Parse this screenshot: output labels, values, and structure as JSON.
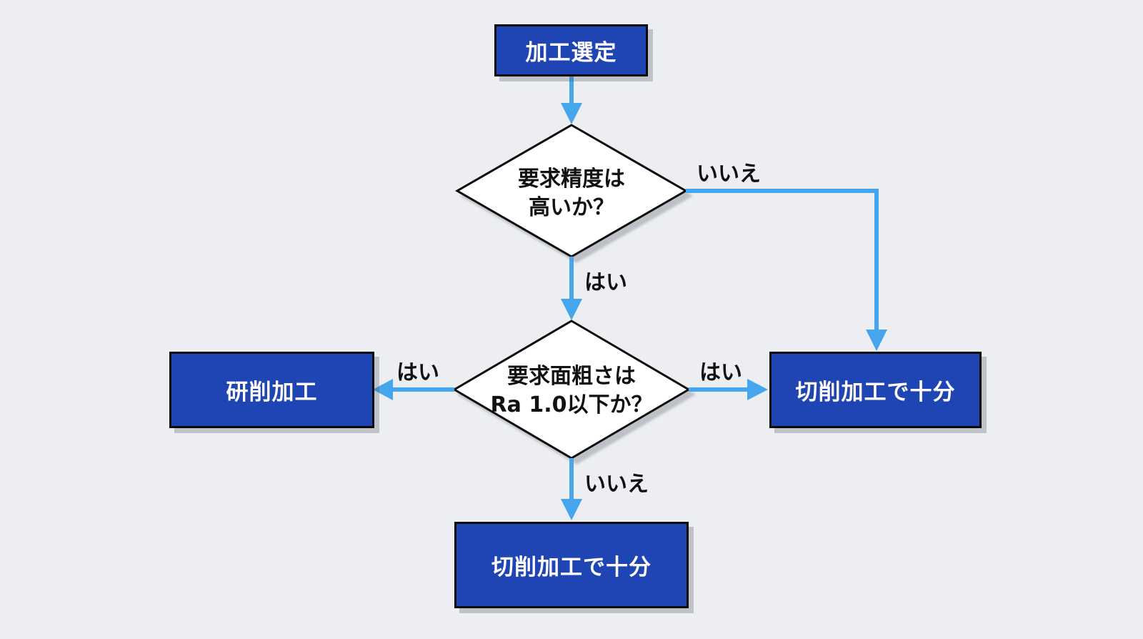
{
  "diagram": {
    "start": {
      "label": "加工選定"
    },
    "decision1": {
      "line1": "要求精度は",
      "line2": "高いか？"
    },
    "decision2": {
      "line1": "要求面粗さは",
      "line2": "Ra 1.0以下か？"
    },
    "result_left": {
      "label": "研削加工"
    },
    "result_right": {
      "label": "切削加工で十分"
    },
    "result_bottom": {
      "label": "切削加工で十分"
    },
    "edge_labels": {
      "d1_no": "いいえ",
      "d1_yes": "はい",
      "d2_left_yes": "はい",
      "d2_right_yes": "はい",
      "d2_no": "いいえ"
    }
  },
  "colors": {
    "background": "#eceef2",
    "box_fill": "#1f44b4",
    "box_border": "#0a0a0a",
    "arrow": "#45a6ee",
    "diamond_fill": "#ffffff",
    "diamond_border": "#111111"
  }
}
